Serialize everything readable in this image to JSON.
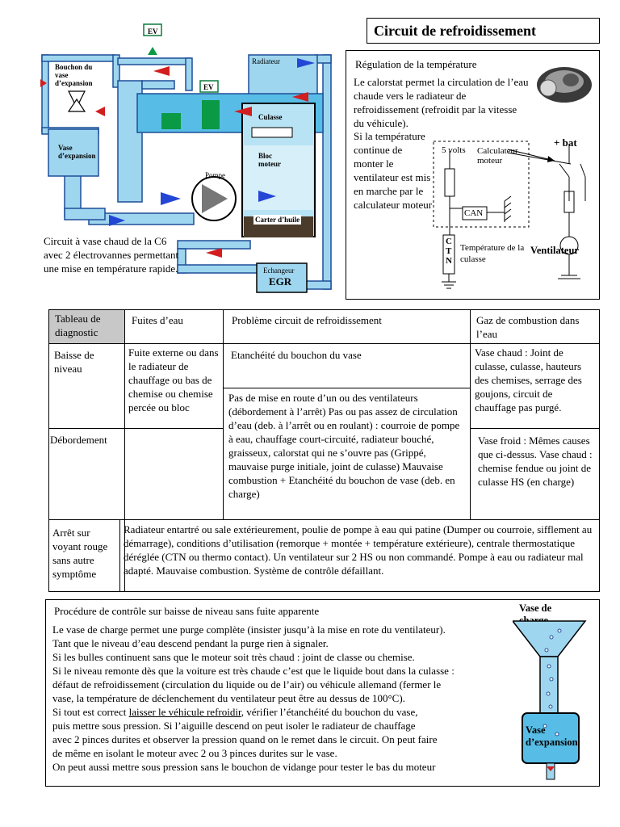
{
  "title": "Circuit de refroidissement",
  "diagram": {
    "ev_top": "EV",
    "ev_mid": "EV",
    "bouchon": "Bouchon du vase d’expansion",
    "vase": "Vase d’expansion",
    "radiateur": "Radiateur",
    "culasse": "Culasse",
    "bloc": "Bloc moteur",
    "pompe": "Pompe",
    "carter": "Carter d’huile",
    "echangeur": "Echangeur",
    "egr": "EGR",
    "caption": "Circuit à vase chaud de la C6 avec 2 électrovannes permettant une mise en température rapide."
  },
  "regulation": {
    "heading": "Régulation de la température",
    "para1": "Le calorstat permet la circulation de l’eau chaude vers le radiateur de refroidissement (refroidit par la vitesse du véhicule).",
    "para2": "Si la température continue de monter le ventilateur est mis en marche par le calculateur moteur",
    "five_volts": "5 volts",
    "calculateur": "Calculateur moteur",
    "bat": "+ bat",
    "can": "CAN",
    "ctn": "C T N",
    "temp_culasse": "Température de la culasse",
    "ventilateur": "Ventilateur"
  },
  "table": {
    "headers": [
      "Tableau de diagnostic",
      "Fuites d’eau",
      "Problème circuit de refroidissement",
      "Gaz de combustion dans l’eau"
    ],
    "row1_label": "Baisse de niveau",
    "row1_fuites": "Fuite externe ou dans le radiateur de chauffage ou bas de chemise ou chemise percée ou bloc",
    "row1_probleme": "Etanchéité du bouchon du vase",
    "row1_gaz": "Vase chaud : Joint de culasse, culasse, hauteurs des chemises, serrage des goujons, circuit de chauffage pas purgé.",
    "row2_label": "Débordement",
    "row2_probleme": "Pas de mise en route d’un ou des ventilateurs (débordement à l’arrêt) Pas ou pas assez de circulation d’eau (deb. à l’arrêt ou en roulant) : courroie de pompe à eau, chauffage court-circuité, radiateur bouché, graisseux, calorstat qui ne s’ouvre pas (Grippé, mauvaise  purge initiale, joint de culasse) Mauvaise combustion + Etanchéité du bouchon de vase (deb. en charge)",
    "row2_gaz": "Vase froid : Mêmes causes que ci-dessus. Vase chaud : chemise fendue ou joint de culasse HS (en charge)",
    "row3_label": "Arrêt sur voyant rouge sans autre symptôme",
    "row3_text": "Radiateur entartré ou sale extérieurement, poulie de pompe à eau qui patine (Dumper ou courroie, sifflement au démarrage), conditions d’utilisation (remorque + montée + température extérieure), centrale thermostatique déréglée (CTN ou thermo contact). Un ventilateur sur 2 HS ou non commandé. Pompe à eau ou radiateur mal adapté. Mauvaise combustion. Système de contrôle défaillant."
  },
  "procedure": {
    "title": "Procédure de contrôle sur baisse de niveau sans fuite apparente",
    "vase_charge": "Vase de charge",
    "vase_expansion": "Vase d’expansion",
    "l1": "Le vase de charge permet une purge complète (insister jusqu’à la mise en rote du ventilateur).",
    "l2": "Tant que le niveau d’eau descend pendant la purge  rien à signaler.",
    "l3": "Si les bulles continuent sans que le moteur soit très chaud : joint de classe ou chemise.",
    "l4": "Si le niveau remonte dès que la voiture est très chaude c’est que le liquide bout dans la culasse :",
    "l5": "défaut de refroidissement (circulation du liquide ou de l’air) ou véhicule allemand (fermer le",
    "l6": "vase, la température de déclenchement du ventilateur peut être au dessus de 100°C).",
    "l7a": "Si tout est correct  ",
    "l7b": "laisser le véhicule refroidir",
    "l7c": ", vérifier l’étanchéité du bouchon du vase,",
    "l8": "puis mettre sous pression. Si l’aiguille descend on peut isoler le radiateur de chauffage",
    "l9": "avec 2 pinces durites et observer la pression quand on le remet dans le circuit. On peut faire",
    "l10": "de même en isolant le moteur avec 2 ou 3 pinces durites sur le vase.",
    "l11": "On peut aussi mettre sous pression sans le bouchon de vidange pour tester le bas du moteur"
  }
}
